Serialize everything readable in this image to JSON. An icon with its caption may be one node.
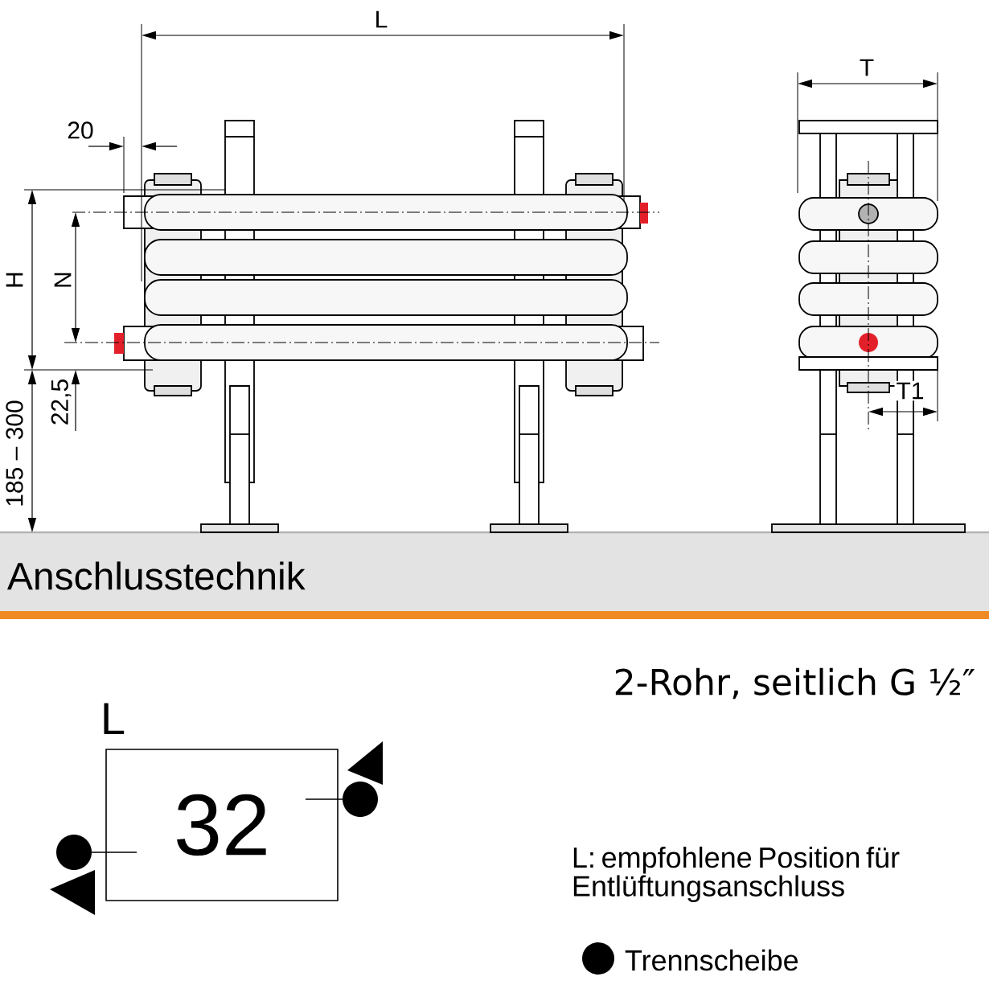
{
  "diagram": {
    "title": "Anschlusstechnik",
    "nodes": [
      {
        "text": [
          "L",
          "32"
        ]
      }
    ],
    "edges": [],
    "labels": [
      "L",
      "20",
      "H",
      "N",
      "22,5",
      "185 – 300",
      "T",
      "T1",
      "2-Rohr, seitlich G ½″",
      "L: empfohlene Position für Entlüftungsanschluss"
    ],
    "legend": [
      {
        "text": "Trennscheibe",
        "color": "#000000"
      }
    ]
  }
}
